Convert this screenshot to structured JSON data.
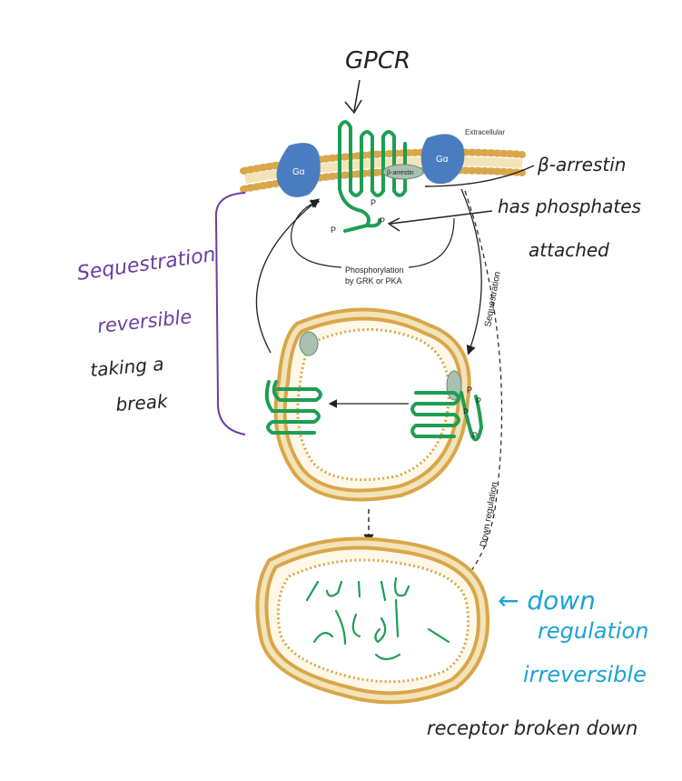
{
  "annotations": {
    "gpcr": "GPCR",
    "beta_arrestin": "β-arrestin",
    "has_phosphates": "has phosphates",
    "attached": "attached",
    "sequestration": "Sequestration",
    "reversible": "reversible",
    "taking_a": "taking a",
    "break": "break",
    "down": "← down",
    "regulation": "regulation",
    "irreversible": "irreversible",
    "receptor_broken_down": "receptor broken down"
  },
  "figure": {
    "extracellular": "Extracellular",
    "g_alpha_left": "Gα",
    "g_alpha_right": "Gα",
    "beta_arrestin_small": "β-arrestin",
    "phosphorylation_line1": "Phosphorylation",
    "phosphorylation_line2": "by GRK or PKA",
    "sequestration_label": "Sequestration",
    "down_regulation_label": "Down regulation",
    "p": "P"
  },
  "colors": {
    "purple_ink": "#6a3fa0",
    "blue_ink": "#1aa3d6",
    "black_ink": "#222222",
    "membrane": "#d9a64a",
    "receptor_green": "#1e9e54",
    "g_protein_blue": "#4a7cc0",
    "arrestin_gray": "#a9c2b0"
  }
}
